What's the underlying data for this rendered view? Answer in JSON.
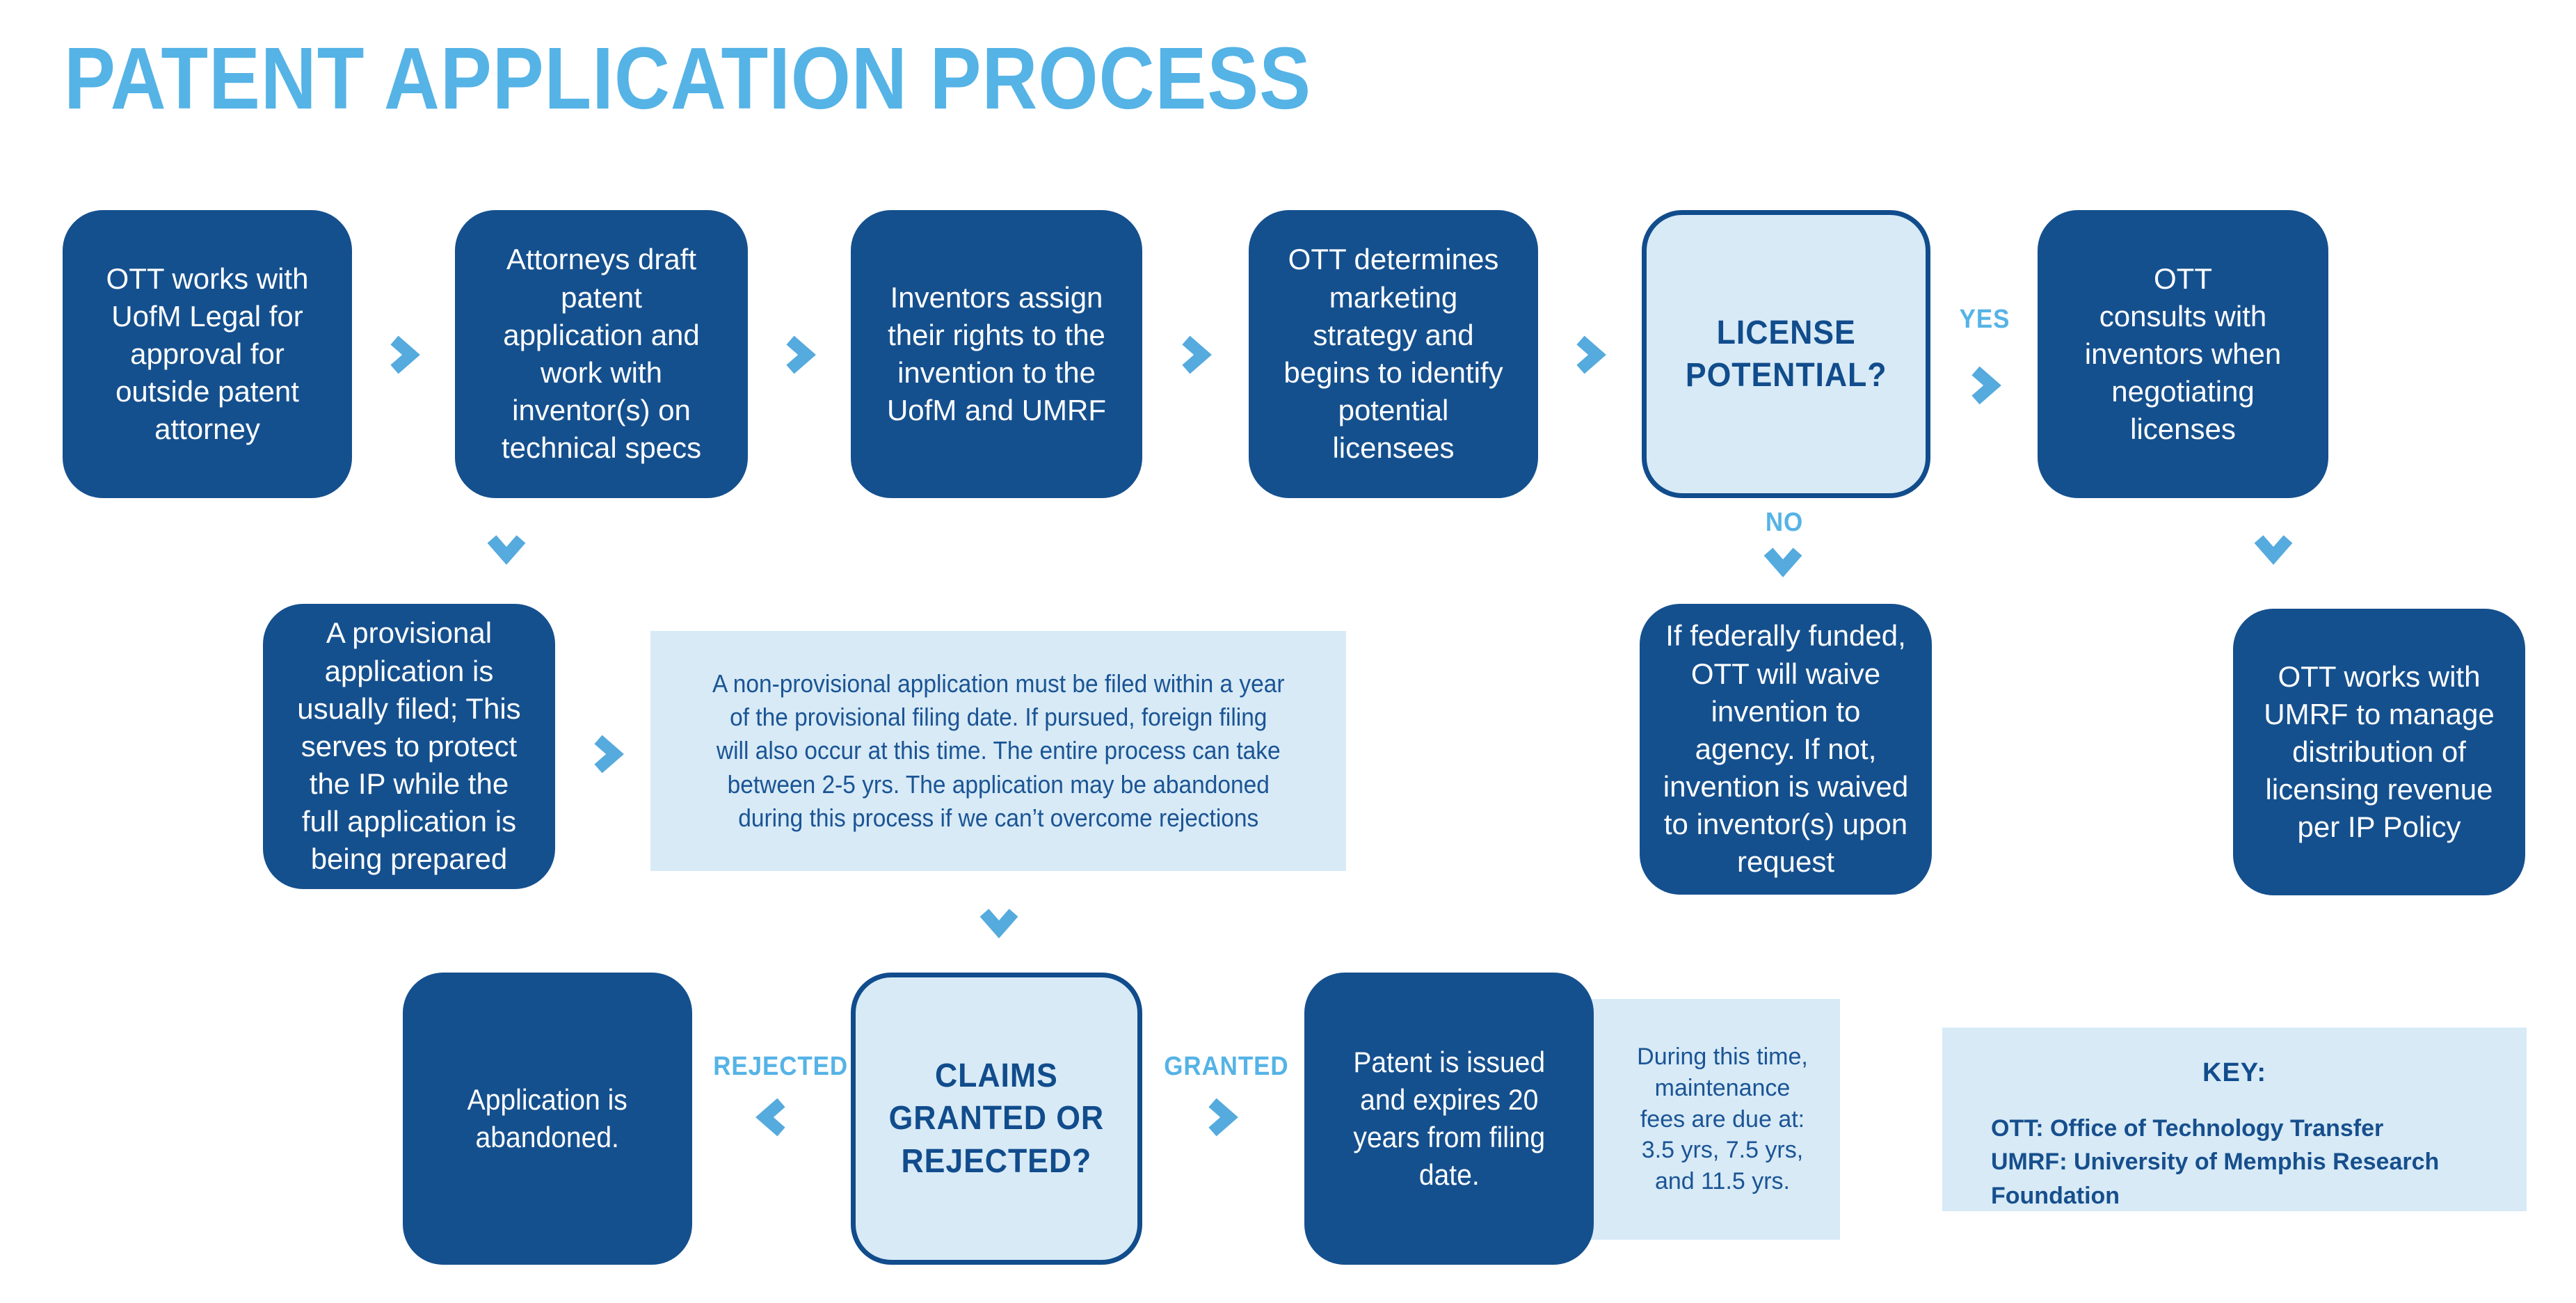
{
  "title": "PATENT APPLICATION PROCESS",
  "colors": {
    "dark_blue_box": "#15508e",
    "decision_border": "#114c8c",
    "light_blue_fill": "#d7eaf6",
    "sky_blue_accent": "#55b3e6",
    "arrow_blue": "#55aade",
    "light_box_text": "#1b5494",
    "white_text": "#ffffff"
  },
  "labels": {
    "yes": "YES",
    "no": "NO",
    "rejected": "REJECTED",
    "granted": "GRANTED"
  },
  "boxes": {
    "step1": "OTT works with\nUofM Legal for\napproval for\noutside patent\nattorney",
    "step2": "Attorneys draft\npatent\napplication and\nwork with\ninventor(s) on\ntechnical specs",
    "step3": "Inventors assign\ntheir rights to the\ninvention to the\nUofM and UMRF",
    "step4": "OTT determines\nmarketing\nstrategy and\nbegins to identify\npotential\nlicensees",
    "license_decision": "LICENSE\nPOTENTIAL?",
    "step5": "OTT\nconsults with\ninventors when\nnegotiating\nlicenses",
    "provisional": "A provisional\napplication is\nusually filed; This\nserves to protect\nthe IP while the\nfull application is\nbeing prepared",
    "nonprovisional_note": "A non-provisional application must be filed within a year\nof the provisional filing date. If pursued, foreign filing\nwill also occur at this time. The entire process can take\nbetween 2-5 yrs. The application may be abandoned\nduring this process if we can’t overcome rejections",
    "no_license": "If federally funded,\nOTT will waive\ninvention to\nagency. If not,\ninvention is waived\nto inventor(s) upon\nrequest",
    "revenue": "OTT works with\nUMRF to manage\ndistribution of\nlicensing revenue\nper IP Policy",
    "abandoned": "Application is\nabandoned.",
    "claims_decision": "CLAIMS\nGRANTED OR\nREJECTED?",
    "patent": "Patent is issued\nand expires 20\nyears from filing\ndate.",
    "maintenance": "During this time,\nmaintenance\nfees are due at:\n3.5 yrs, 7.5 yrs,\nand 11.5 yrs."
  },
  "key": {
    "heading": "KEY:",
    "entries": "OTT: Office of Technology Transfer\nUMRF: University of Memphis Research Foundation"
  }
}
